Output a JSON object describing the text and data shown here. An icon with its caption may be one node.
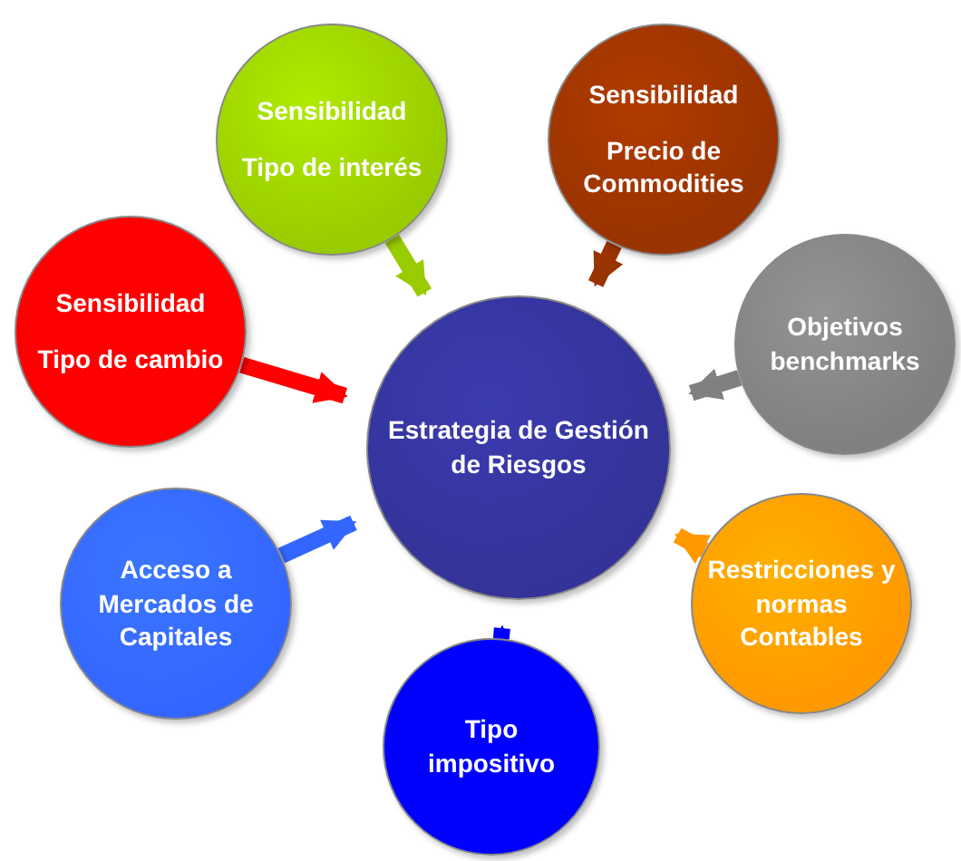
{
  "diagram": {
    "nodes": [
      {
        "text": [
          "Estrategia de Gestión de Riesgos"
        ]
      },
      {
        "text": [
          "Sensibilidad",
          "Tipo de interés"
        ]
      },
      {
        "text": [
          "Sensibilidad",
          "Precio de Commodities"
        ]
      },
      {
        "text": [
          "Sensibilidad",
          "Tipo de cambio"
        ]
      },
      {
        "text": [
          "Objetivos benchmarks"
        ]
      },
      {
        "text": [
          "Acceso a Mercados de Capitales"
        ]
      },
      {
        "text": [
          "Restricciones y normas Contables"
        ]
      },
      {
        "text": [
          "Tipo impositivo"
        ]
      }
    ],
    "edges": [
      {
        "from": 1,
        "to": 0,
        "arrow": "to",
        "color": "#99cc00"
      },
      {
        "from": 2,
        "to": 0,
        "arrow": "to",
        "color": "#993300"
      },
      {
        "from": 3,
        "to": 0,
        "arrow": "to",
        "color": "#ff0000"
      },
      {
        "from": 4,
        "to": 0,
        "arrow": "to",
        "color": "#808080"
      },
      {
        "from": 5,
        "to": 0,
        "arrow": "to",
        "color": "#3366ff"
      },
      {
        "from": 6,
        "to": 0,
        "arrow": "to",
        "color": "#ff9900"
      },
      {
        "from": 7,
        "to": 0,
        "arrow": "to",
        "color": "#0000ff"
      }
    ]
  }
}
